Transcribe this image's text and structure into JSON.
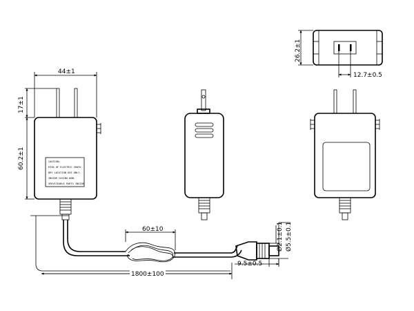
{
  "dimensions": {
    "width": "44±1",
    "pin_length": "17±1",
    "height": "60.2±1",
    "depth": "26.2±1",
    "pin_spacing": "12.7±0.5",
    "loop": "60±10",
    "cable_length": "1800±100",
    "inner_diameter": "Ø2.1±0.1",
    "outer_diameter": "Ø5.5±0.1",
    "plug_length": "9.5±0.5"
  },
  "caution_label": {
    "line1": "CAUTION:",
    "line2": "RISK OF ELECTRIC SHOCK",
    "line3": "DRY LOCATION USE ONLY.",
    "line4": "INSIDE CASING NON-",
    "line5": "SERVICEABLE PARTS INSIDE"
  }
}
